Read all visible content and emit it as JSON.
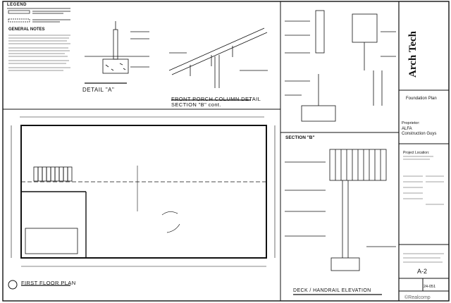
{
  "legend": {
    "title": "LEGEND"
  },
  "general_notes": {
    "title": "GENERAL NOTES"
  },
  "detail_a": {
    "title": "DETAIL \"A\""
  },
  "porch_detail": {
    "line1": "FRONT PORCH COLUMN DETAIL",
    "line2": "SECTION \"B\" cont."
  },
  "section_b": {
    "title": "SECTION \"B\""
  },
  "floor_plan": {
    "title": "FIRST FLOOR PLAN"
  },
  "deck_elevation": {
    "title": "DECK / HANDRAIL ELEVATION"
  },
  "title_block": {
    "logo": "Arch Tech",
    "plan_name": "Foundation Plan",
    "proprietor_label": "Proprietor:",
    "owner_line1": "ALFA",
    "owner_line2": "Construction Guys",
    "project_location_label": "Project Location:",
    "sheet_number": "A-2",
    "job_number": "24-051"
  },
  "watermark": "©Realcomp",
  "colors": {
    "ink": "#111111",
    "paper": "#ffffff",
    "watermark": "#666666"
  }
}
